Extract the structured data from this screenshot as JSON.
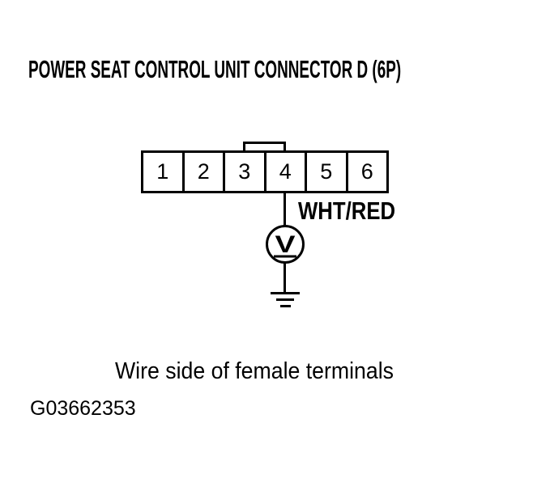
{
  "colors": {
    "ink": "#000000",
    "background": "#ffffff"
  },
  "title": "POWER SEAT CONTROL UNIT CONNECTOR D (6P)",
  "connector": {
    "pins": [
      "1",
      "2",
      "3",
      "4",
      "5",
      "6"
    ],
    "wire": {
      "pin": "4",
      "color_label": "WHT/RED"
    }
  },
  "meter": {
    "symbol": "V",
    "icon": "voltmeter-icon",
    "ground_icon": "ground-icon"
  },
  "caption": "Wire side of female terminals",
  "figure_id": "G03662353"
}
